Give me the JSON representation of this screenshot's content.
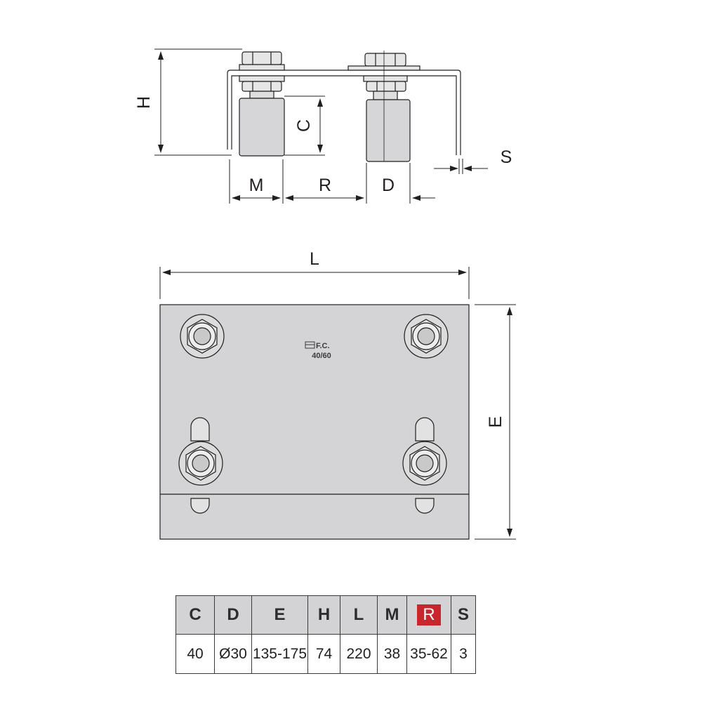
{
  "side_view": {
    "labels": {
      "H": "H",
      "C": "C",
      "M": "M",
      "R": "R",
      "D": "D",
      "S": "S"
    }
  },
  "top_view": {
    "labels": {
      "L": "L",
      "E": "E"
    },
    "logo": {
      "line1": "F.C.",
      "line2": "40/60"
    }
  },
  "table": {
    "highlight_color": "#c8252c",
    "headers": [
      "C",
      "D",
      "E",
      "H",
      "L",
      "M",
      "R",
      "S"
    ],
    "values": [
      "40",
      "Ø30",
      "135-175",
      "74",
      "220",
      "38",
      "35-62",
      "3"
    ],
    "highlighted": "R"
  }
}
